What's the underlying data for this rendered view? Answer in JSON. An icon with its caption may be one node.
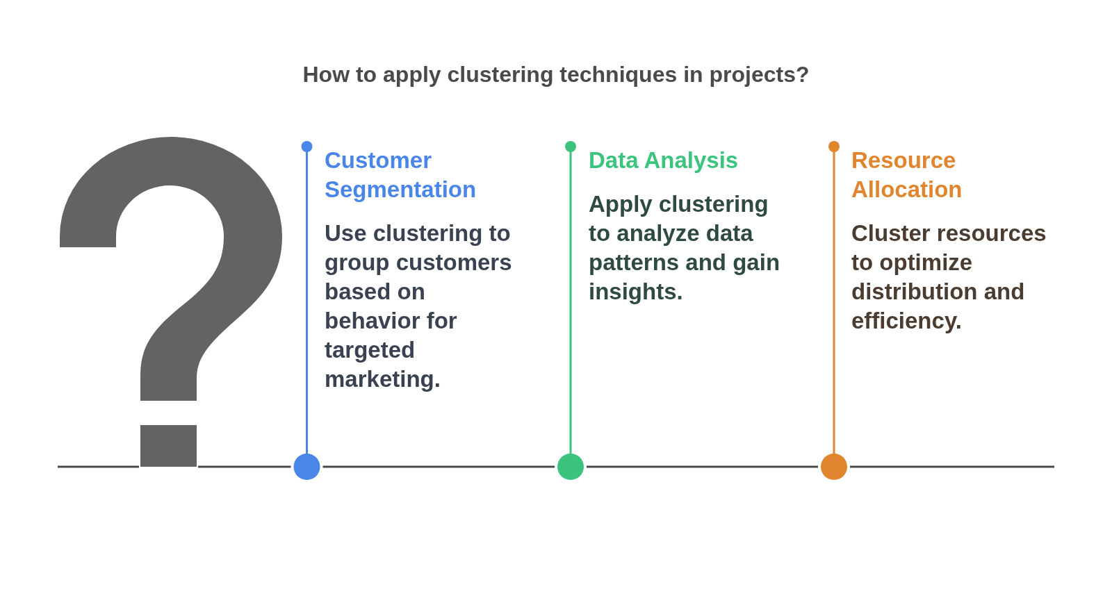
{
  "diagram": {
    "title": "How to apply clustering techniques in projects?",
    "nodes": [
      {
        "text": [
          "Customer Segmentation",
          "Use clustering to group customers based on behavior for targeted marketing."
        ]
      },
      {
        "text": [
          "Data Analysis",
          "Apply clustering to analyze data patterns and gain insights."
        ]
      },
      {
        "text": [
          "Resource Allocation",
          "Cluster resources to optimize distribution and efficiency."
        ]
      }
    ]
  }
}
